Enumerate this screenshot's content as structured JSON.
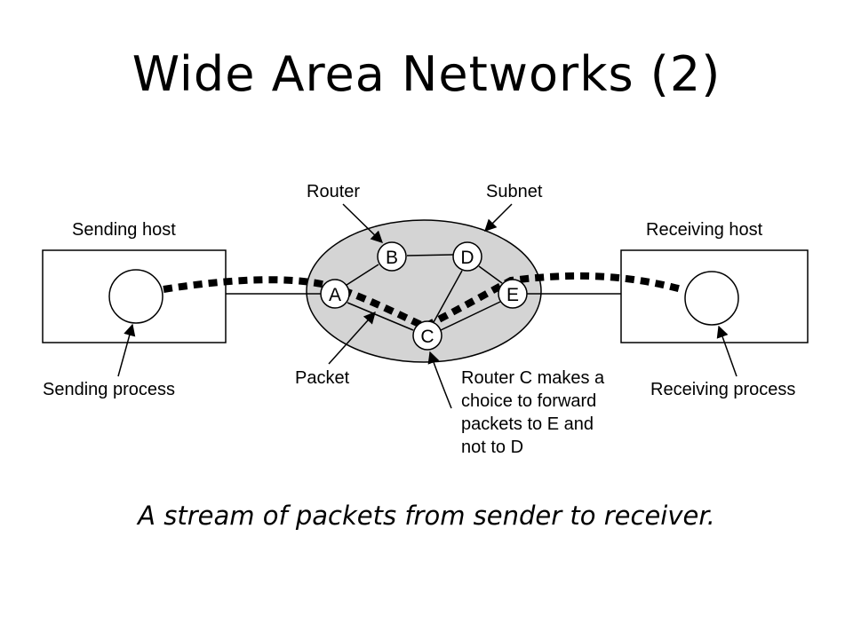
{
  "title": "Wide Area Networks (2)",
  "caption": "A stream of packets from sender to receiver.",
  "diagram": {
    "nodes": {
      "A": "A",
      "B": "B",
      "C": "C",
      "D": "D",
      "E": "E"
    },
    "labels": {
      "sending_host": "Sending host",
      "receiving_host": "Receiving host",
      "router": "Router",
      "subnet": "Subnet",
      "packet": "Packet",
      "sending_process": "Sending process",
      "receiving_process": "Receiving process",
      "router_c_note": [
        "Router C makes a",
        "choice to forward",
        "packets to E and",
        "not to D"
      ]
    },
    "colors": {
      "subnet_fill": "#d4d4d4",
      "stroke": "#000000"
    }
  }
}
